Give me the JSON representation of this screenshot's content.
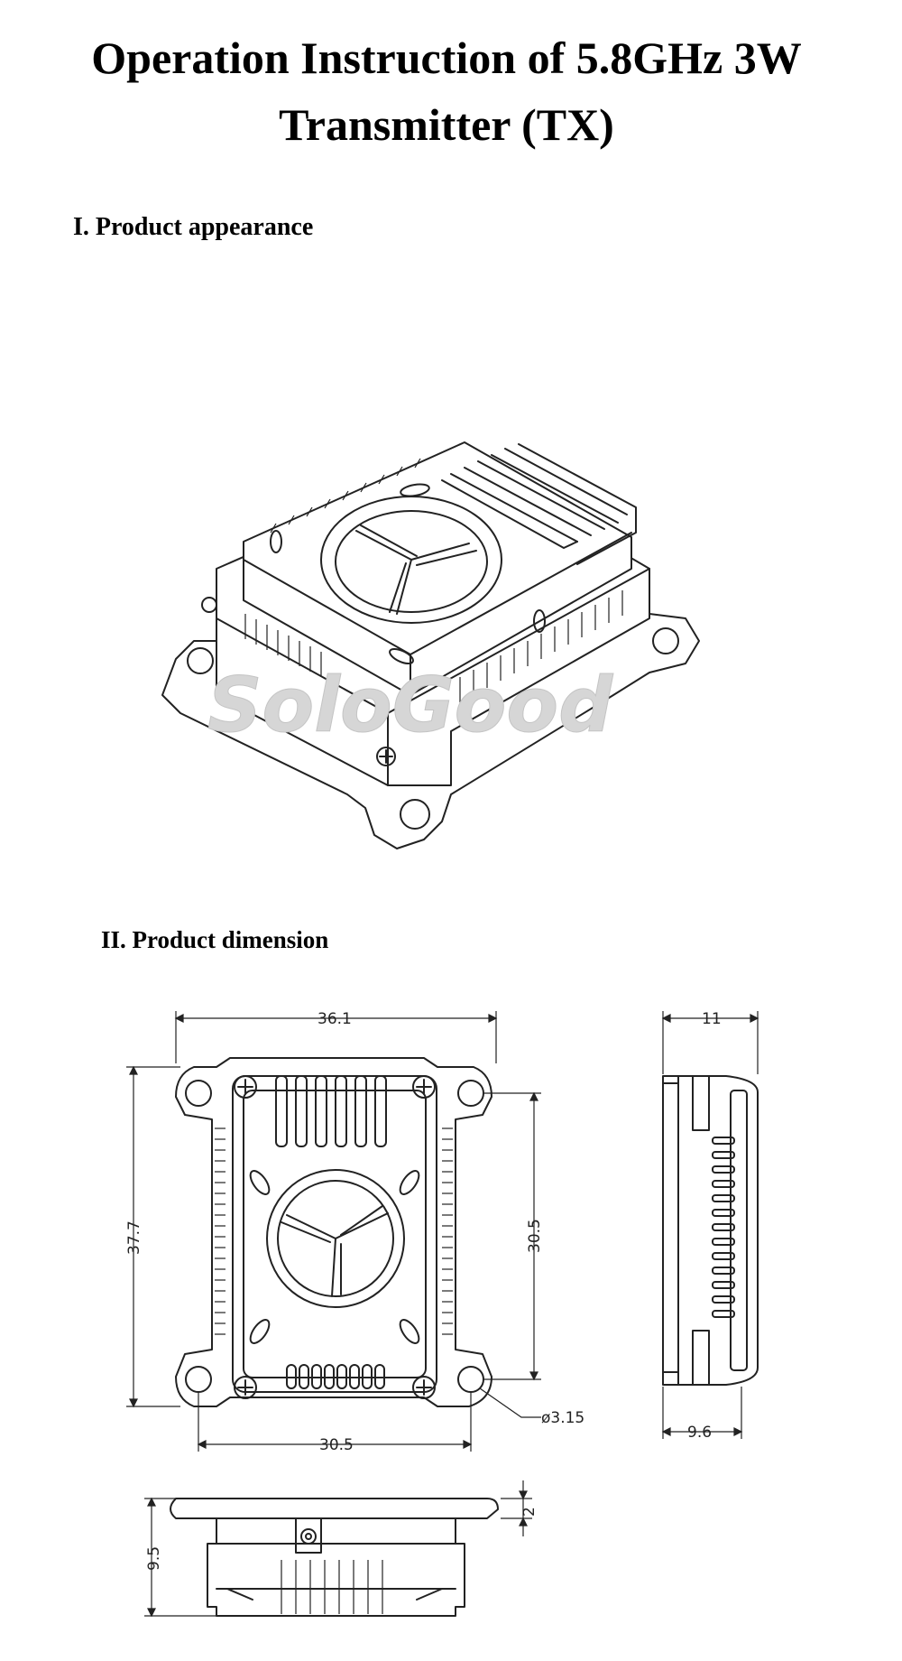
{
  "document": {
    "title_line1": "Operation Instruction of 5.8GHz 3W",
    "title_line2": "Transmitter (TX)",
    "sections": [
      {
        "heading": "I. Product appearance"
      },
      {
        "heading": "II. Product dimension"
      }
    ]
  },
  "watermark": {
    "text": "SoloGood"
  },
  "dimensions": {
    "top_view": {
      "width": "36.1",
      "height": "37.7",
      "hole_spacing_v": "30.5",
      "hole_spacing_h": "30.5",
      "hole_diameter": "ø3.15"
    },
    "side_view": {
      "thickness": "11",
      "body_depth": "9.6"
    },
    "front_view": {
      "height": "9.5",
      "flange": "2"
    }
  }
}
